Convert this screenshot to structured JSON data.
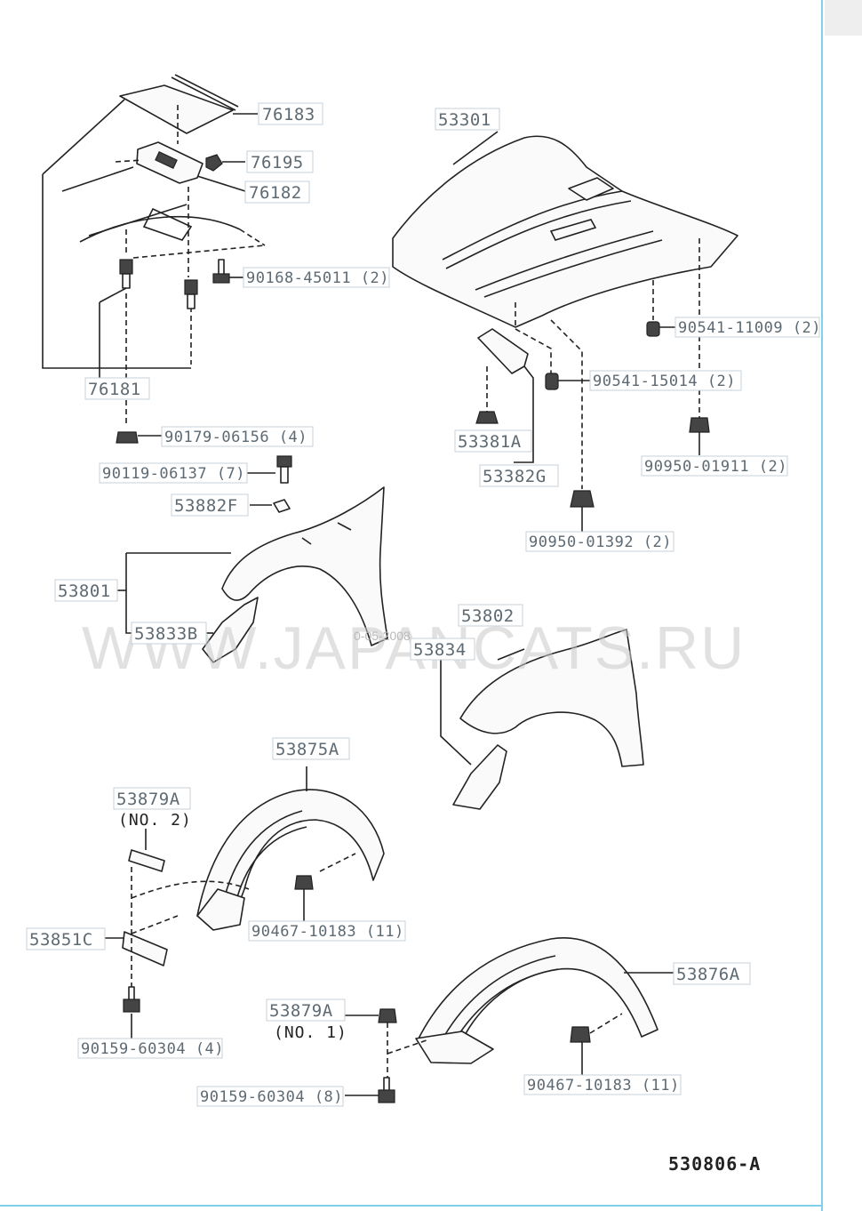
{
  "labels": {
    "p76183": "76183",
    "p76195": "76195",
    "p76182": "76182",
    "p90168": "90168-45011 (2)",
    "p76181": "76181",
    "p90179": "90179-06156 (4)",
    "p90119": "90119-06137 (7)",
    "p53882F": "53882F",
    "p53801": "53801",
    "p53833B": "53833B",
    "p53301": "53301",
    "p90541a": "90541-11009 (2)",
    "p90541b": "90541-15014 (2)",
    "p53381A": "53381A",
    "p53382G": "53382G",
    "p90950a": "90950-01911 (2)",
    "p90950b": "90950-01392 (2)",
    "p53802": "53802",
    "p53834": "53834",
    "p53875A": "53875A",
    "p53879A_2": "53879A",
    "p53879A_2_note": "(NO. 2)",
    "p90467a": "90467-10183 (11)",
    "p53851C": "53851C",
    "p90159a": "90159-60304 (4)",
    "p53876A": "53876A",
    "p53879A_1": "53879A",
    "p53879A_1_note": "(NO. 1)",
    "p90467b": "90467-10183 (11)",
    "p90159b": "90159-60304 (8)"
  },
  "diagram_code": "530806-A",
  "watermark": "WWW.JAPANCATS.RU",
  "watermark_small": "0-05-2008"
}
